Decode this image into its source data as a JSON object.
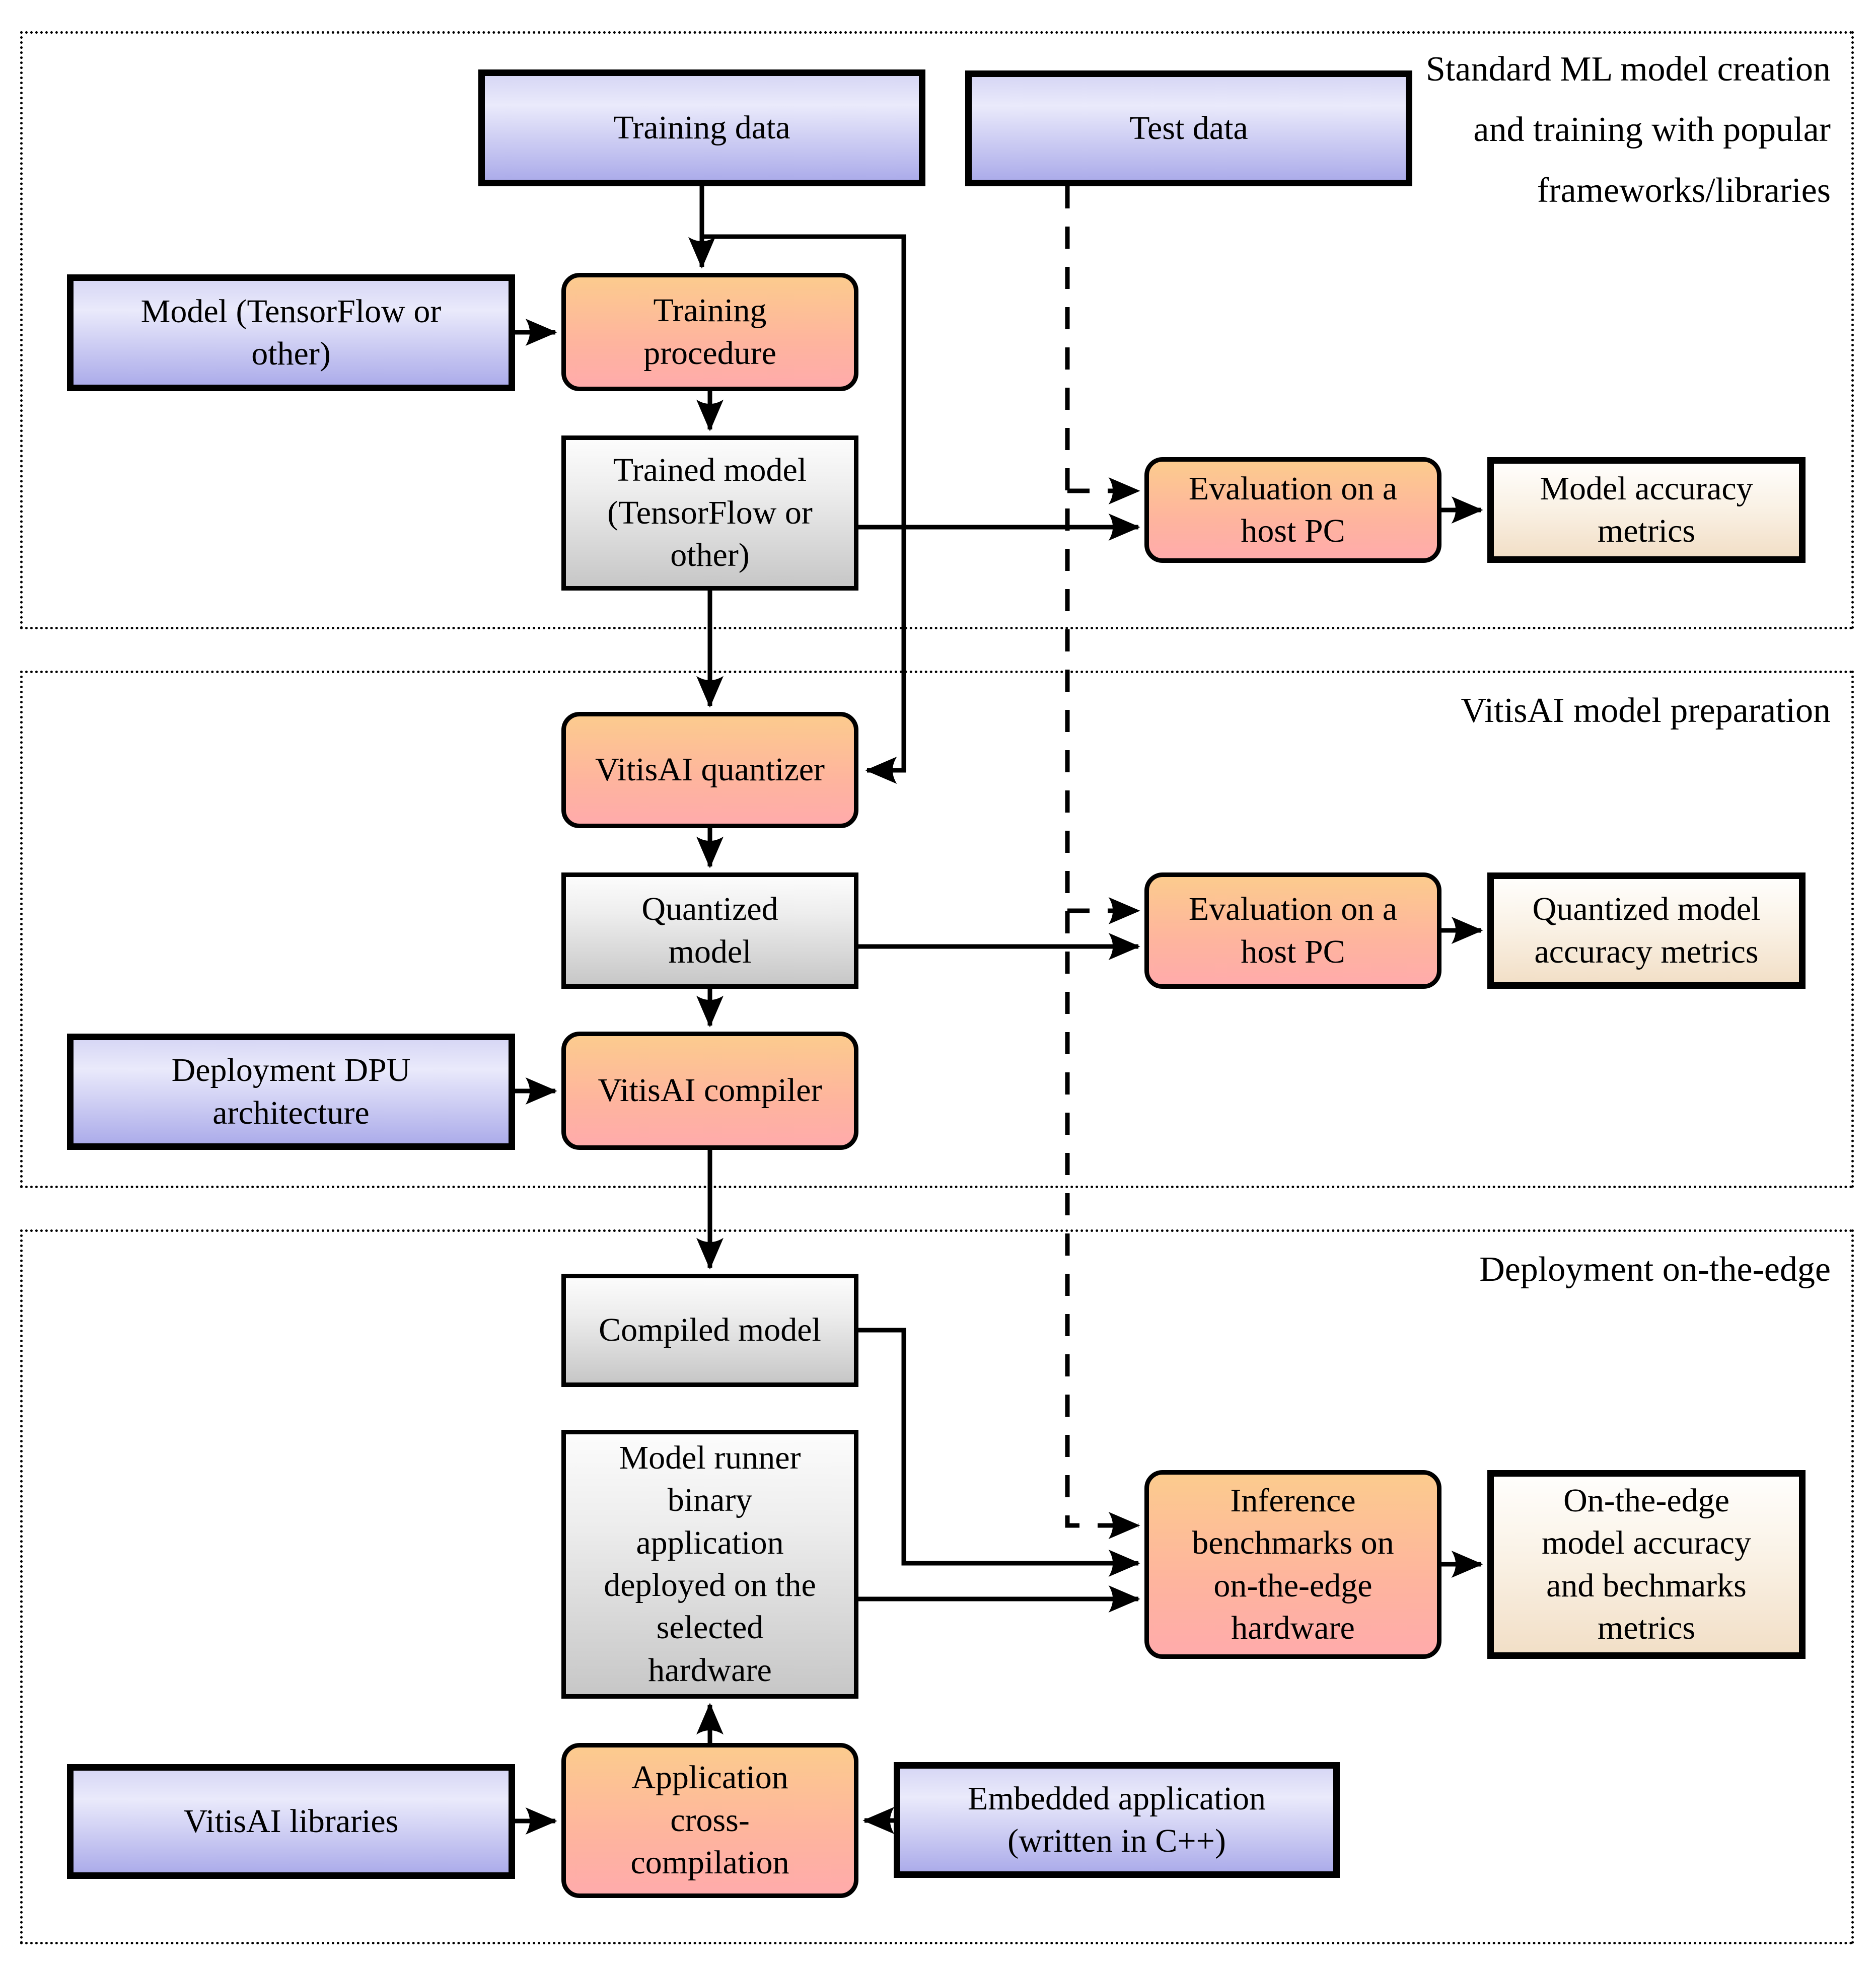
{
  "figure": {
    "type": "flowchart",
    "description": "VitisAI ML model preparation and on-the-edge deployment workflow"
  },
  "sections": [
    {
      "id": "standard-ml",
      "label": "Standard ML model creation\nand training with popular\nframeworks/libraries"
    },
    {
      "id": "vitisai-preparation",
      "label": "VitisAI model preparation"
    },
    {
      "id": "deployment-edge",
      "label": "Deployment on-the-edge"
    }
  ],
  "nodes": {
    "training_data": {
      "label": "Training data",
      "kind": "input"
    },
    "test_data": {
      "label": "Test data",
      "kind": "input"
    },
    "model_tf": {
      "label": "Model (TensorFlow or\nother)",
      "kind": "input"
    },
    "training_procedure": {
      "label": "Training\nprocedure",
      "kind": "process"
    },
    "trained_model": {
      "label": "Trained model\n(TensorFlow or\nother)",
      "kind": "artifact"
    },
    "evaluation_host_pc_1": {
      "label": "Evaluation on a\nhost PC",
      "kind": "process"
    },
    "model_accuracy_metrics": {
      "label": "Model accuracy\nmetrics",
      "kind": "output"
    },
    "vitisai_quantizer": {
      "label": "VitisAI quantizer",
      "kind": "process"
    },
    "quantized_model": {
      "label": "Quantized\nmodel",
      "kind": "artifact"
    },
    "evaluation_host_pc_2": {
      "label": "Evaluation on a\nhost PC",
      "kind": "process"
    },
    "quantized_model_accuracy_metrics": {
      "label": "Quantized model\naccuracy metrics",
      "kind": "output"
    },
    "deployment_dpu_architecture": {
      "label": "Deployment DPU\narchitecture",
      "kind": "input"
    },
    "vitisai_compiler": {
      "label": "VitisAI compiler",
      "kind": "process"
    },
    "compiled_model": {
      "label": "Compiled model",
      "kind": "artifact"
    },
    "model_runner": {
      "label": "Model runner\nbinary\napplication\ndeployed on the\nselected\nhardware",
      "kind": "artifact"
    },
    "inference_benchmarks": {
      "label": "Inference\nbenchmarks on\non-the-edge\nhardware",
      "kind": "process"
    },
    "edge_metrics": {
      "label": "On-the-edge\nmodel accuracy\nand bechmarks\nmetrics",
      "kind": "output"
    },
    "vitisai_libraries": {
      "label": "VitisAI libraries",
      "kind": "input"
    },
    "application_cross_compilation": {
      "label": "Application\ncross-\ncompilation",
      "kind": "process"
    },
    "embedded_application": {
      "label": "Embedded application\n(written in C++)",
      "kind": "input"
    }
  },
  "colors": {
    "input_box_top": "#d7d7f5",
    "input_box_bottom": "#acacea",
    "process_box_top": "#fccb8e",
    "process_box_bottom": "#ffabab",
    "artifact_box_top": "#fcfcfc",
    "artifact_box_bottom": "#c7c7c7",
    "output_box_top": "#fffefc",
    "output_box_bottom": "#f2dfc7",
    "line": "#000000",
    "background": "#ffffff"
  }
}
